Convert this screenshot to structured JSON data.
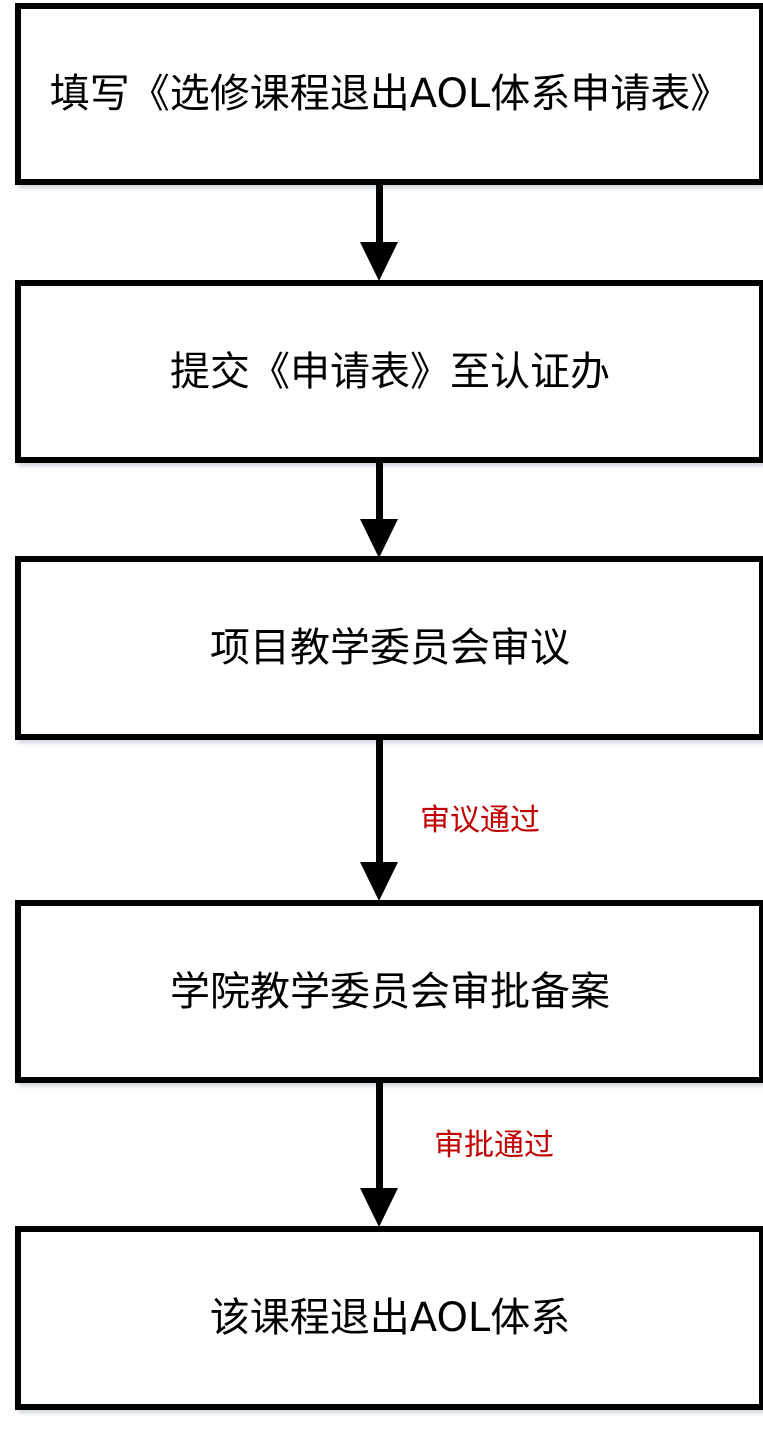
{
  "steps": [
    "填写《选修课程退出AOL体系申请表》",
    "提交《申请表》至认证办",
    "项目教学委员会审议",
    "学院教学委员会审批备案",
    "该课程退出AOL体系"
  ],
  "edge_labels": [
    "审议通过",
    "审批通过"
  ],
  "colors": {
    "label": "#c00000",
    "stroke": "#000000"
  }
}
